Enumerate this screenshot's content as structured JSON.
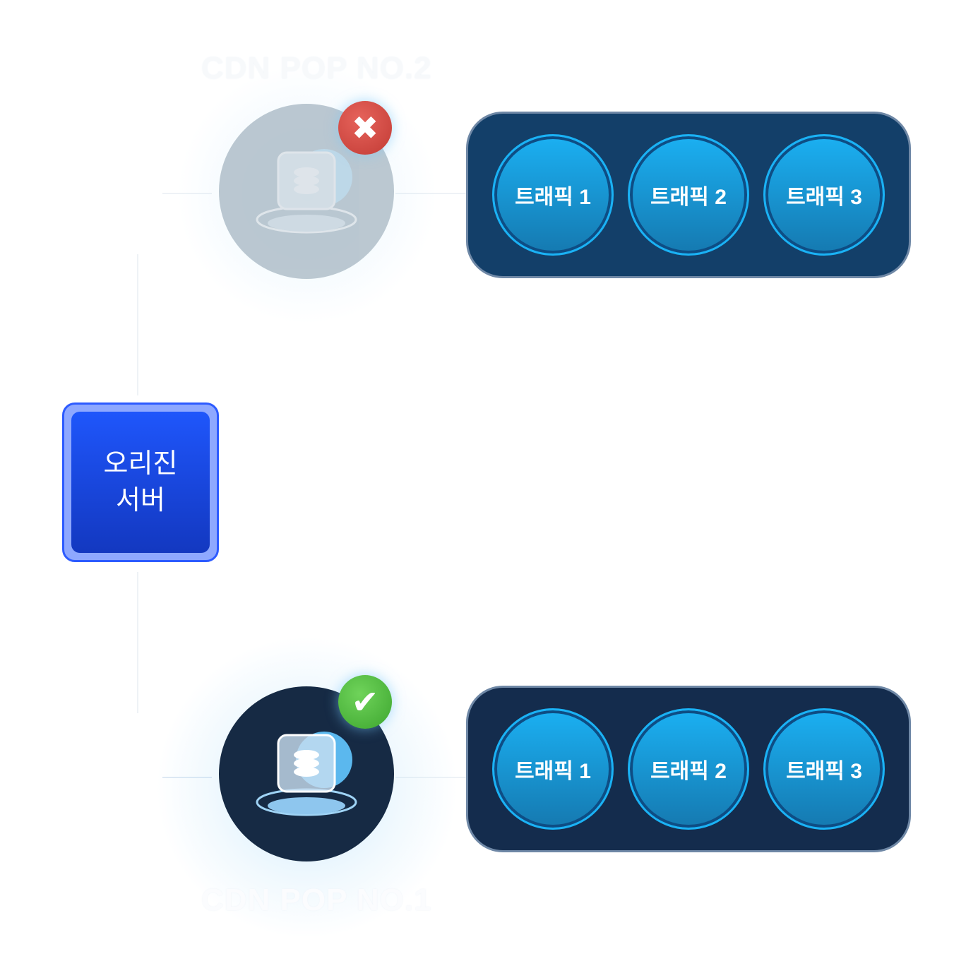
{
  "origin": {
    "label": "오리진\n서버"
  },
  "pops": [
    {
      "label": "CDN POP NO.2",
      "status": "failed",
      "status_icon": "x-icon",
      "badge_color": "#d44a43",
      "node_color": "#b7c5cf",
      "traffic": [
        "트래픽 1",
        "트래픽 2",
        "트래픽 3"
      ]
    },
    {
      "label": "CDN POP NO.1",
      "status": "ok",
      "status_icon": "check-icon",
      "badge_color": "#4cbb3c",
      "node_color": "#162a44",
      "traffic": [
        "트래픽 1",
        "트래픽 2",
        "트래픽 3"
      ]
    }
  ],
  "colors": {
    "panel": "#133a66",
    "traffic": "#1aa6e6",
    "origin": "#1f4ef0"
  }
}
